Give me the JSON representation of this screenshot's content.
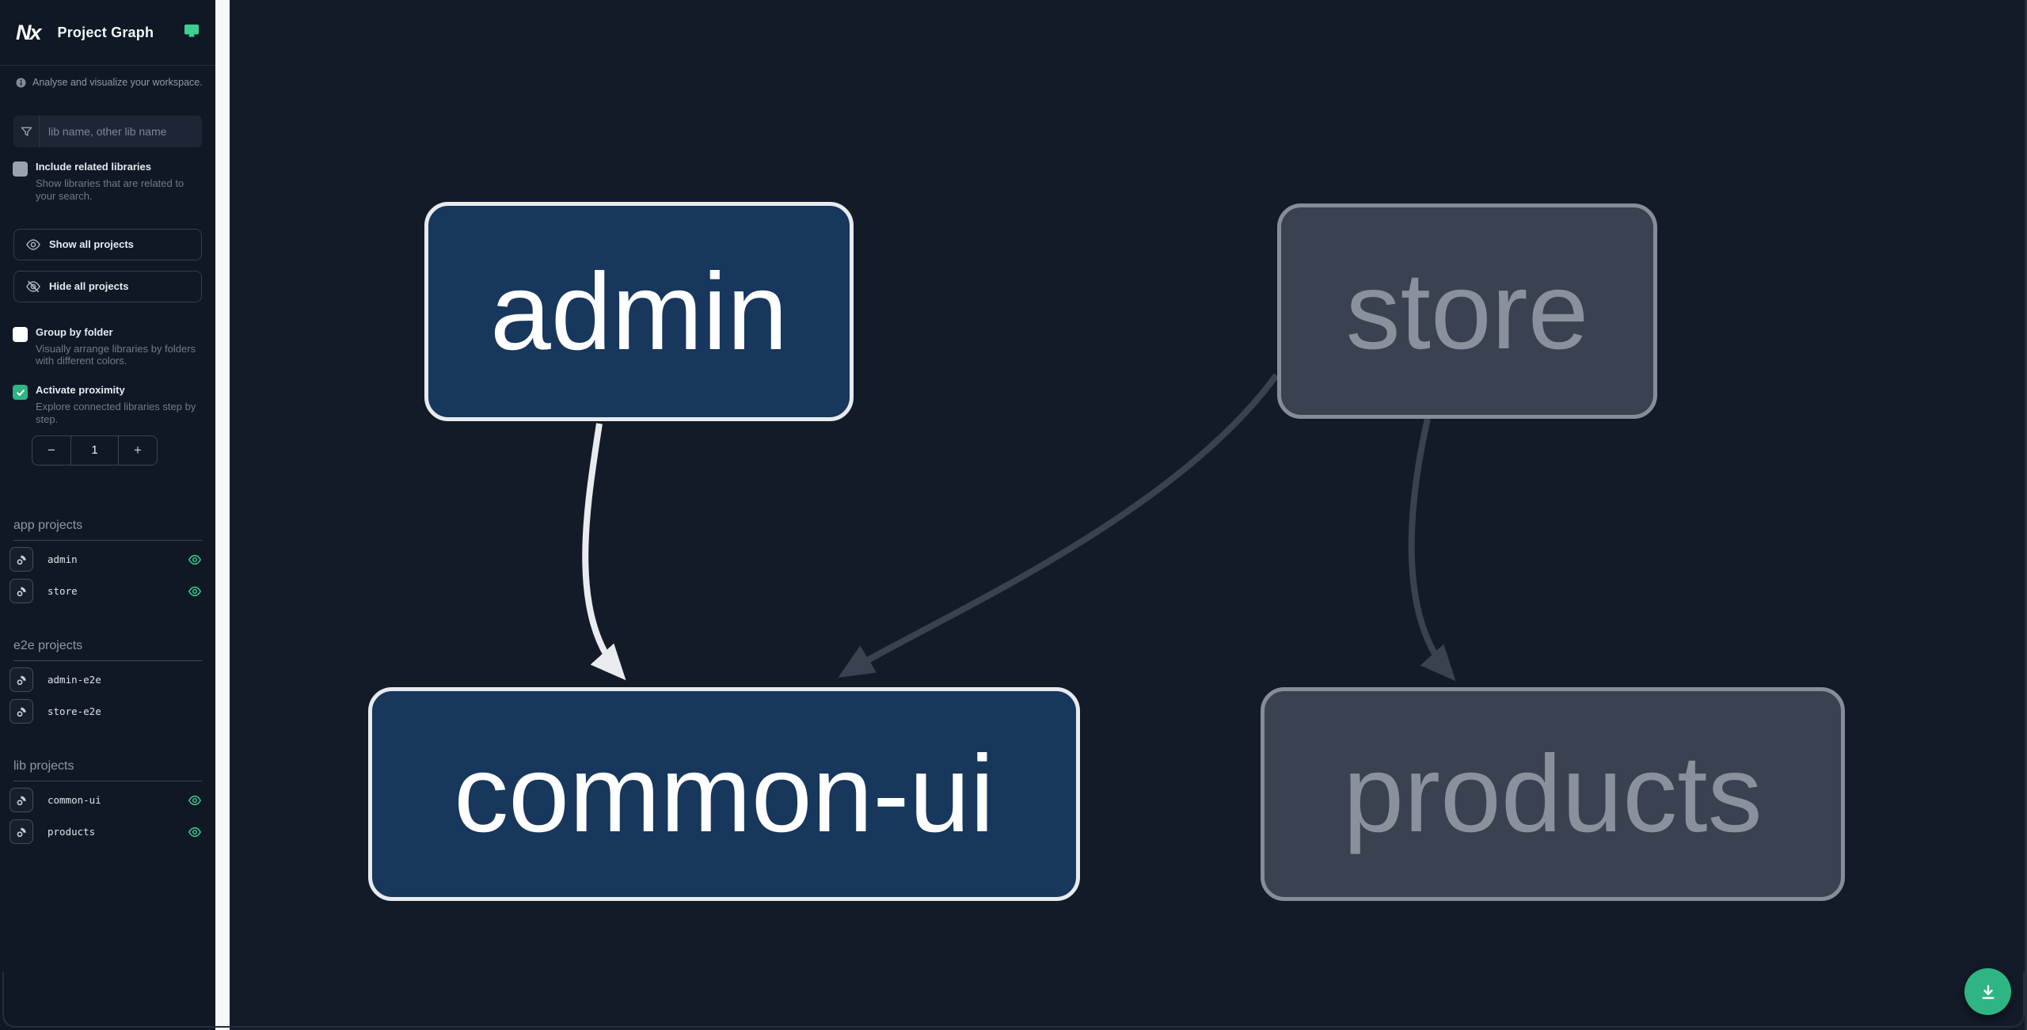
{
  "header": {
    "title": "Project Graph",
    "logo_text": "Nx"
  },
  "sidebar": {
    "tagline": "Analyse and visualize your workspace.",
    "search_placeholder": "lib name, other lib name",
    "include_related": {
      "label": "Include related libraries",
      "description": "Show libraries that are related to your search.",
      "checked": false
    },
    "show_all_label": "Show all projects",
    "hide_all_label": "Hide all projects",
    "group_by_folder": {
      "label": "Group by folder",
      "description": "Visually arrange libraries by folders with different colors.",
      "checked": false
    },
    "proximity": {
      "label": "Activate proximity",
      "description": "Explore connected libraries step by step.",
      "checked": true,
      "decrement_label": "−",
      "value": "1",
      "increment_label": "+"
    },
    "sections": [
      {
        "title": "app projects",
        "items": [
          {
            "name": "admin",
            "visible": true
          },
          {
            "name": "store",
            "visible": true
          }
        ]
      },
      {
        "title": "e2e projects",
        "items": [
          {
            "name": "admin-e2e",
            "visible": false
          },
          {
            "name": "store-e2e",
            "visible": false
          }
        ]
      },
      {
        "title": "lib projects",
        "items": [
          {
            "name": "common-ui",
            "visible": true
          },
          {
            "name": "products",
            "visible": true
          }
        ]
      }
    ]
  },
  "graph": {
    "nodes": [
      {
        "id": "admin",
        "label": "admin",
        "type": "app",
        "state": "focused"
      },
      {
        "id": "store",
        "label": "store",
        "type": "app",
        "state": "dimmed"
      },
      {
        "id": "common-ui",
        "label": "common-ui",
        "type": "lib",
        "state": "focused"
      },
      {
        "id": "products",
        "label": "products",
        "type": "lib",
        "state": "dimmed"
      }
    ],
    "edges": [
      {
        "source": "admin",
        "target": "common-ui",
        "style": "highlighted"
      },
      {
        "source": "store",
        "target": "common-ui",
        "style": "dimmed"
      },
      {
        "source": "store",
        "target": "products",
        "style": "dimmed"
      }
    ]
  },
  "fab": {
    "icon": "download-icon"
  },
  "colors": {
    "sidebar_bg": "#101826",
    "canvas_bg": "#131b29",
    "divider": "#f6f7f8",
    "accent_green": "#2eb583",
    "eye_green": "#3bd08f",
    "icon_teal": "#3ecf8e",
    "focused_node_fill": "#17375c",
    "focused_node_border": "#e8eaed",
    "focused_edge": "#e9ebee",
    "dimmed_node_fill": "#3a4150",
    "dimmed_node_border": "#878d98",
    "dimmed_edge": "#3a4150"
  }
}
